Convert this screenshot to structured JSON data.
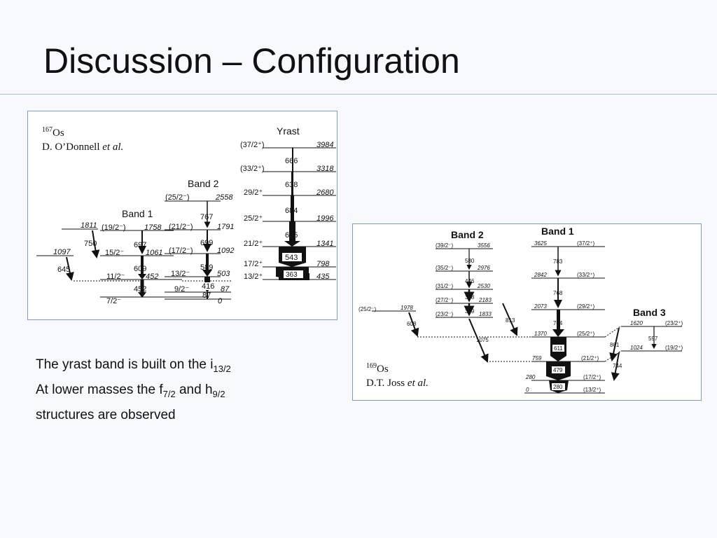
{
  "slide": {
    "title": "Discussion – Configuration"
  },
  "left_figure": {
    "ref_mass": "167",
    "ref_element": "Os",
    "ref_author": "D. O’Donnell ",
    "ref_etal": "et al.",
    "band_titles": [
      "Yrast",
      "Band 2",
      "Band 1"
    ],
    "yrast_levels": [
      {
        "spin": "(37/2⁺)",
        "energy": "3984"
      },
      {
        "spin": "(33/2⁺)",
        "energy": "3318"
      },
      {
        "spin": "29/2⁺",
        "energy": "2680"
      },
      {
        "spin": "25/2⁺",
        "energy": "1996"
      },
      {
        "spin": "21/2⁺",
        "energy": "1341"
      },
      {
        "spin": "17/2⁺",
        "energy": "798"
      },
      {
        "spin": "13/2⁺",
        "energy": "435"
      }
    ],
    "yrast_transitions": [
      "666",
      "638",
      "684",
      "655",
      "543",
      "363"
    ],
    "band2_levels": [
      {
        "spin": "(25/2⁻)",
        "energy": "2558"
      },
      {
        "spin": "(21/2⁻)",
        "energy": "1791"
      },
      {
        "spin": "(17/2⁻)",
        "energy": "1092"
      },
      {
        "spin": "13/2⁻",
        "energy": "503"
      },
      {
        "spin": "9/2⁻",
        "energy": "87"
      },
      {
        "spin": "",
        "energy": "0"
      }
    ],
    "band2_transitions": [
      "767",
      "699",
      "589",
      "416",
      "87"
    ],
    "band1_levels": [
      {
        "spin": "(19/2⁻)",
        "energy": "1758"
      },
      {
        "spin": "15/2⁻",
        "energy": "1061"
      },
      {
        "spin": "11/2⁻",
        "energy": "452"
      },
      {
        "spin": "7/2⁻",
        "energy": ""
      }
    ],
    "band1_transitions": [
      "697",
      "609",
      "452"
    ],
    "side_levels": [
      "1811",
      "1097"
    ],
    "side_transitions": [
      "750",
      "645"
    ]
  },
  "right_figure": {
    "ref_mass": "169",
    "ref_element": "Os",
    "ref_author": "D.T. Joss ",
    "ref_etal": "et al.",
    "band_titles": [
      "Band 2",
      "Band 1",
      "Band 3"
    ],
    "band1_levels": [
      {
        "energy": "3625",
        "spin": "(37/2⁺)"
      },
      {
        "energy": "2842",
        "spin": "(33/2⁺)"
      },
      {
        "energy": "2073",
        "spin": "(29/2⁺)"
      },
      {
        "energy": "1370",
        "spin": "(25/2⁺)"
      },
      {
        "energy": "759",
        "spin": "(21/2⁺)"
      },
      {
        "energy": "280",
        "spin": "(17/2⁺)"
      },
      {
        "energy": "0",
        "spin": "(13/2⁺)"
      }
    ],
    "band1_transitions": [
      "783",
      "768",
      "704",
      "611",
      "479",
      "280"
    ],
    "band2_levels": [
      {
        "spin": "(39/2⁻)",
        "energy": "3556"
      },
      {
        "spin": "(35/2⁻)",
        "energy": "2976"
      },
      {
        "spin": "(31/2⁻)",
        "energy": "2530"
      },
      {
        "spin": "(27/2⁻)",
        "energy": "2183"
      },
      {
        "spin": "(23/2⁻)",
        "energy": "1833"
      }
    ],
    "band2_transitions": [
      "580",
      "446",
      "348",
      "349"
    ],
    "side_level": {
      "spin": "(25/2⁻)",
      "energy": "1978"
    },
    "side_transitions": [
      "608",
      "813",
      "1075"
    ],
    "band3_levels": [
      {
        "energy": "1620",
        "spin": "(23/2⁺)"
      },
      {
        "energy": "1024",
        "spin": "(19/2⁺)"
      }
    ],
    "band3_transitions": [
      "597",
      "861",
      "744"
    ]
  },
  "text": {
    "line1_pre": "The yrast band is built on the i",
    "line1_sub": "13/2",
    "line2_pre": "At lower masses the f",
    "line2_sub1": "7/2",
    "line2_mid": " and h",
    "line2_sub2": "9/2",
    "line3": "structures are observed"
  }
}
